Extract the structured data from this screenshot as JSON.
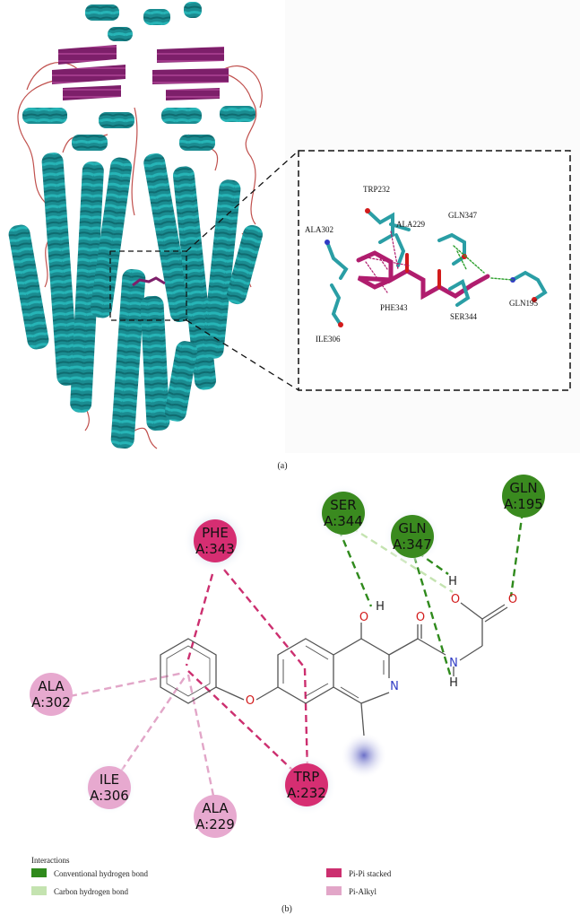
{
  "panel_a": {
    "caption": "(a)",
    "zoom_labels": {
      "trp232": "TRP232",
      "ala229": "ALA229",
      "gln347": "GLN347",
      "ala302": "ALA302",
      "phe343": "PHE343",
      "ser344": "SER344",
      "gln195": "GLN195",
      "ile306": "ILE306"
    }
  },
  "panel_b": {
    "caption": "(b)",
    "residues": {
      "ser344": {
        "name": "SER",
        "id": "A:344",
        "color": "#3a8a1f"
      },
      "gln347": {
        "name": "GLN",
        "id": "A:347",
        "color": "#3a8a1f"
      },
      "gln195": {
        "name": "GLN",
        "id": "A:195",
        "color": "#3a8a1f"
      },
      "phe343": {
        "name": "PHE",
        "id": "A:343",
        "color": "#d62e72"
      },
      "ala302": {
        "name": "ALA",
        "id": "A:302",
        "color": "#e7a9cf"
      },
      "ile306": {
        "name": "ILE",
        "id": "A:306",
        "color": "#e7a9cf"
      },
      "ala229": {
        "name": "ALA",
        "id": "A:229",
        "color": "#e7a9cf"
      },
      "trp232": {
        "name": "TRP",
        "id": "A:232",
        "color": "#d62e72"
      }
    },
    "atoms": {
      "o_hydroxyl": "O",
      "h_hydroxyl": "H",
      "o_carbonyl": "O",
      "o_acid1": "O",
      "h_acid": "H",
      "o_acid2": "O",
      "n_amide": "N",
      "h_amide": "H",
      "n_ring": "N",
      "o_ether": "O"
    },
    "legend": {
      "title": "Interactions",
      "items": [
        {
          "label": "Conventional hydrogen bond",
          "color": "#2f8a1c"
        },
        {
          "label": "Carbon hydrogen bond",
          "color": "#c4e3b0"
        },
        {
          "label": "Pi-Pi stacked",
          "color": "#cc2f6f"
        },
        {
          "label": "Pi-Alkyl",
          "color": "#e2a6c8"
        }
      ]
    }
  }
}
